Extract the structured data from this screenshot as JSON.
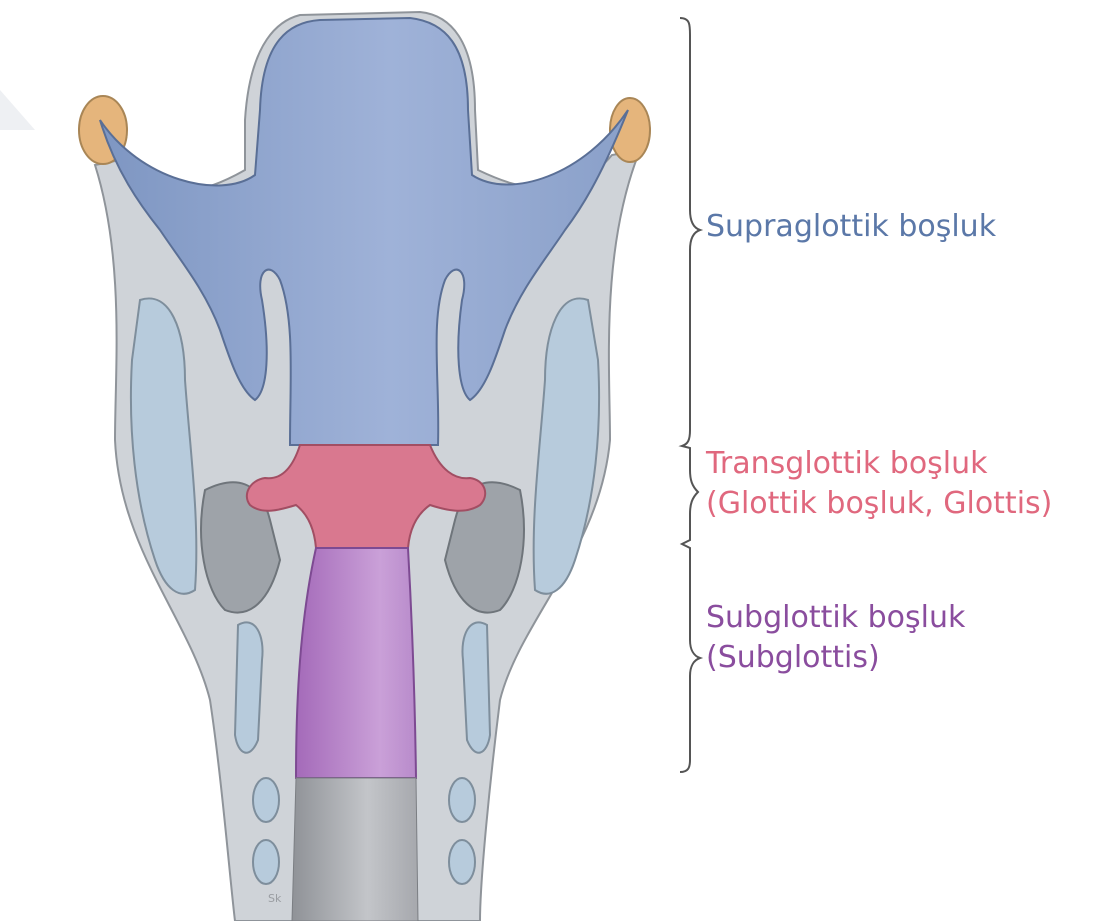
{
  "regions": [
    {
      "id": "supraglottic",
      "lines": [
        "Supraglottik boşluk"
      ],
      "color": "#5b78a8"
    },
    {
      "id": "transglottic",
      "lines": [
        "Transglottik boşluk",
        "(Glottik boşluk, Glottis)"
      ],
      "color": "#e0687e"
    },
    {
      "id": "subglottic",
      "lines": [
        "Subglottik boşluk",
        "(Subglottis)"
      ],
      "color": "#8a4d9e"
    }
  ],
  "illustration": {
    "corner_mark": "Sk"
  },
  "colors": {
    "supraglottic_fill": "#8fa6cf",
    "transglottic_fill": "#d9788f",
    "subglottic_fill": "#b57fca",
    "cartilage_light": "#b7cbdc",
    "soft_tissue": "#cfd3d8",
    "trachea_gray": "#a9abb0",
    "arytenoid": "#e5b57c",
    "bracket": "#555555"
  }
}
